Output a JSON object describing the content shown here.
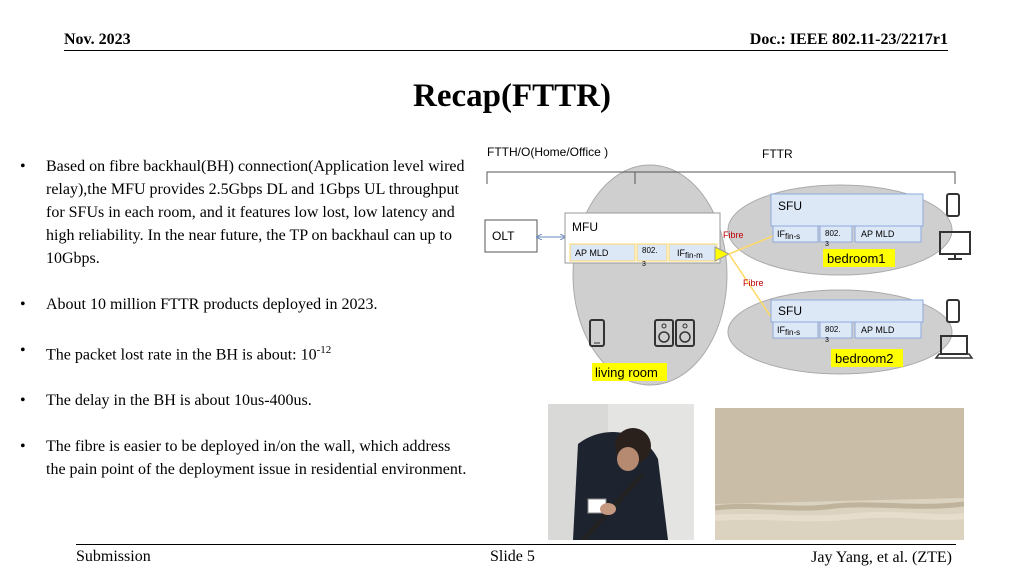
{
  "header": {
    "date": "Nov. 2023",
    "doc": "Doc.: IEEE 802.11-23/2217r1"
  },
  "title": "Recap(FTTR)",
  "bullets": [
    "Based on fibre backhaul(BH) connection(Application level wired relay),the MFU provides 2.5Gbps DL and 1Gbps UL throughput for SFUs in each room, and it features low lost, low latency and high reliability. In the near future, the TP on backhaul can up to 10Gbps.",
    "About 10 million FTTR products deployed in 2023.",
    "The delay in the BH is about 10us-400us.",
    "The fibre is easier to be deployed in/on the wall, which address the pain point of the deployment issue in residential environment."
  ],
  "packet_loss": {
    "text": "The packet lost rate in the BH is about: 10",
    "exponent": "-12"
  },
  "diagram": {
    "ftth_label": "FTTH/O(Home/Office )",
    "fttr_label": "FTTR",
    "olt": "OLT",
    "mfu": "MFU",
    "mfu_ap": "AP MLD",
    "mfu_802_a": "802.",
    "mfu_802_b": "3",
    "mfu_if": "IF",
    "mfu_if_sub": "fin-m",
    "fibre1": "Fibre",
    "fibre2": "Fibre",
    "sfu1": "SFU",
    "sfu1_if": "IF",
    "sfu1_if_sub": "fin-s",
    "sfu1_802_a": "802.",
    "sfu1_802_b": "3",
    "sfu1_ap": "AP MLD",
    "bedroom1": "bedroom1",
    "sfu2": "SFU",
    "sfu2_if": "IF",
    "sfu2_if_sub": "fin-s",
    "sfu2_802_a": "802.",
    "sfu2_802_b": "3",
    "sfu2_ap": "AP MLD",
    "bedroom2": "bedroom2",
    "living_room": "living room"
  },
  "footer": {
    "submission": "Submission",
    "slide": "Slide 5",
    "author": "Jay Yang, et al. (ZTE)"
  },
  "colors": {
    "box_fill": "#dde8f7",
    "box_stroke": "#8faadc",
    "label_yellow": "#ffff00",
    "fibre_red": "#c00000",
    "ellipse": "#cfcfcf"
  }
}
